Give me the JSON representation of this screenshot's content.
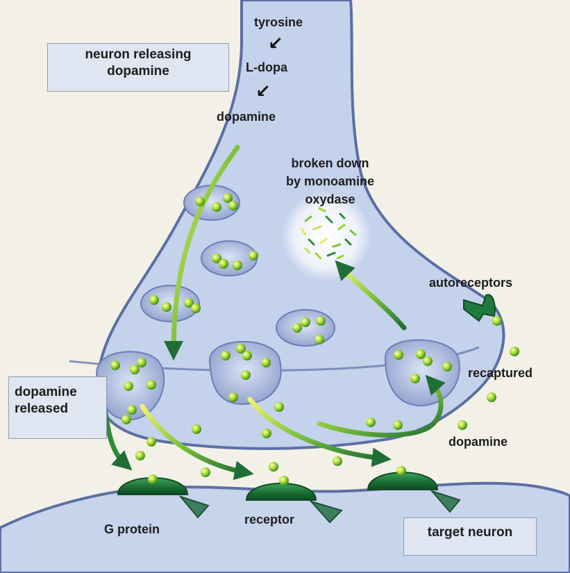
{
  "labels": {
    "neuron_releasing": [
      "neuron releasing",
      "dopamine"
    ],
    "tyrosine": "tyrosine",
    "l_dopa": "L-dopa",
    "dopamine_top": "dopamine",
    "broken_down": [
      "broken down",
      "by monoamine",
      "oxydase"
    ],
    "autoreceptors": "autoreceptors",
    "recaptured": "recaptured",
    "dopamine_released": [
      "dopamine",
      "released"
    ],
    "dopamine_right": "dopamine",
    "g_protein": "G protein",
    "receptor": "receptor",
    "target_neuron": "target neuron"
  },
  "colors": {
    "background": "#f3f1e7",
    "neuron_fill": "#c5d2ec",
    "neuron_edge": "#5b6fa3",
    "vesicle_fill": "#b3c2e2",
    "dopamine_ball": "#9ed42a",
    "receptor_green": "#1f7a3e",
    "arrow_green": "#2e8b3a",
    "arrow_yellow": "#e6ee4a",
    "label_box": "#dfe6f2"
  },
  "icons": {
    "synthesis_arrow": "curved-down-arrow"
  }
}
